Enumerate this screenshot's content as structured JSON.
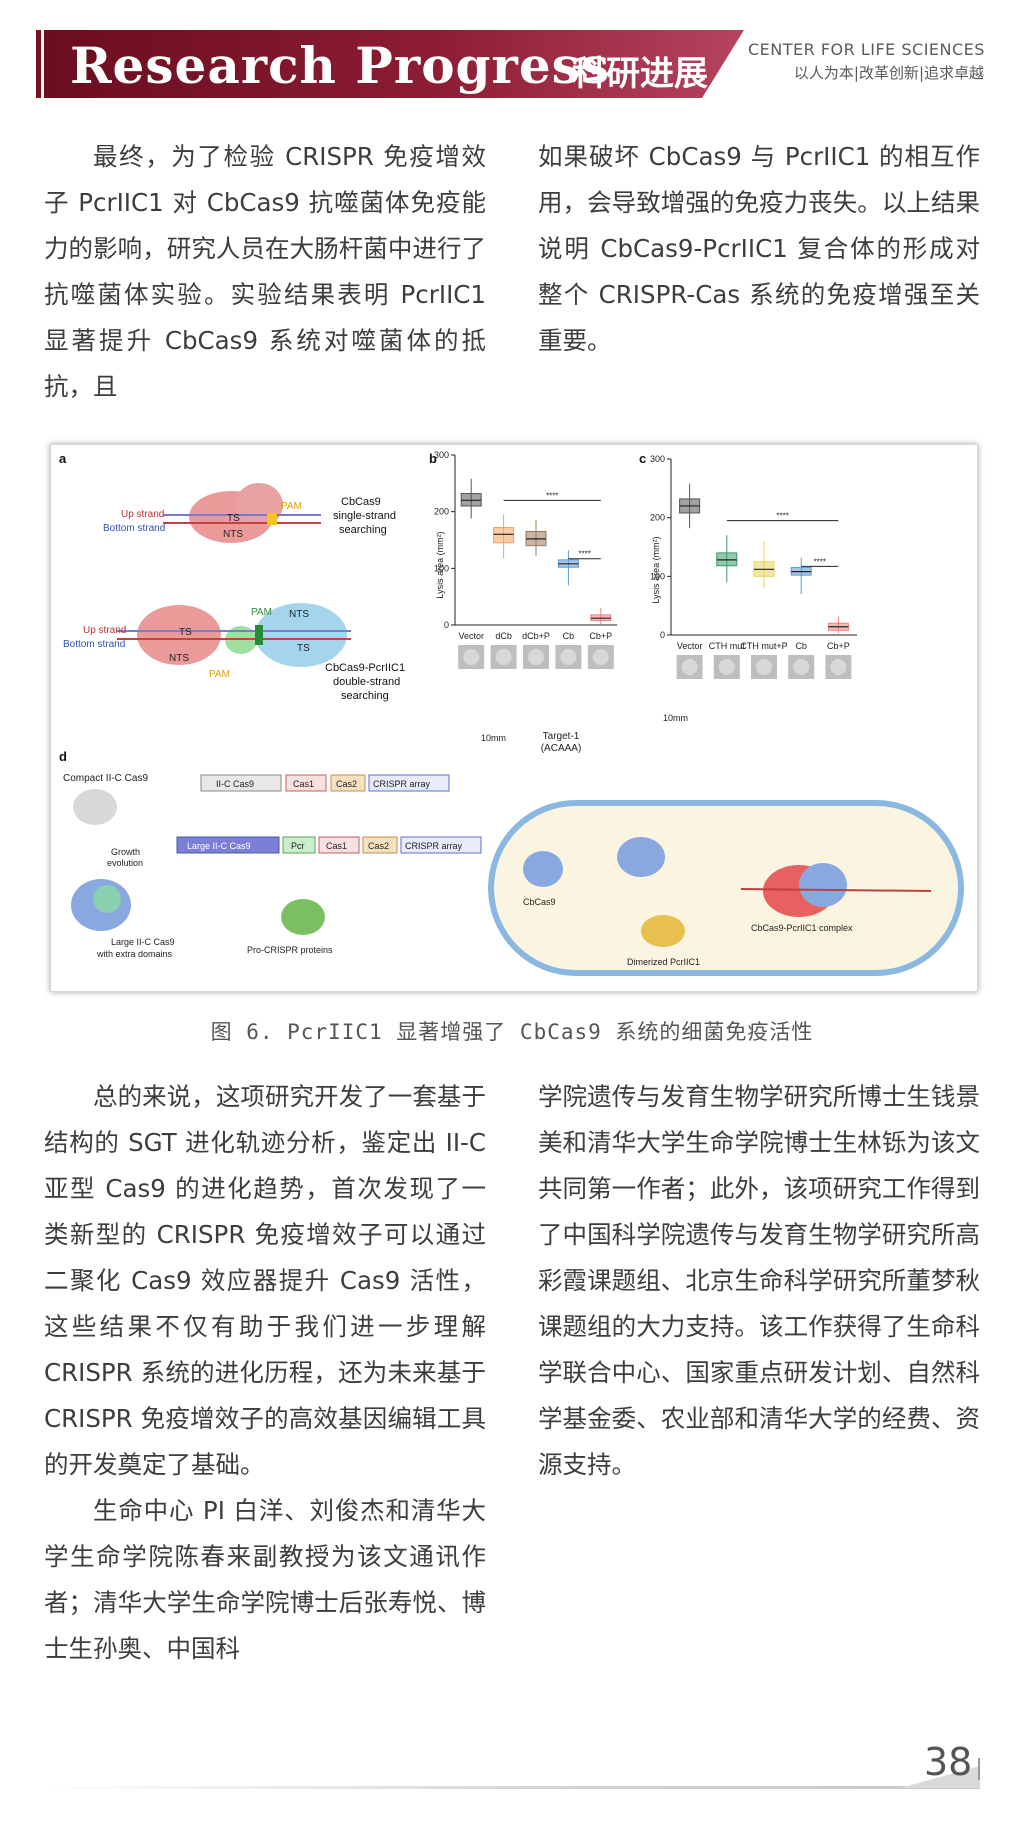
{
  "header": {
    "title": "Research Progress",
    "title_cn": "科研进展",
    "org": "CENTER FOR LIFE SCIENCES",
    "motto": "以人为本|改革创新|追求卓越"
  },
  "col_top_left": "最终，为了检验 CRISPR 免疫增效子 PcrIIC1 对 CbCas9 抗噬菌体免疫能力的影响，研究人员在大肠杆菌中进行了抗噬菌体实验。实验结果表明 PcrIIC1 显著提升 CbCas9 系统对噬菌体的抵抗，且",
  "col_top_right": "如果破坏 CbCas9 与 PcrIIC1 的相互作用，会导致增强的免疫力丧失。以上结果说明 CbCas9-PcrIIC1 复合体的形成对整个 CRISPR-Cas 系统的免疫增强至关重要。",
  "figure": {
    "panel_a": {
      "label": "a",
      "up_strand": "Up strand",
      "bottom_strand": "Bottom strand",
      "ts": "TS",
      "nts": "NTS",
      "pam": "PAM",
      "cbcas9_label": [
        "CbCas9",
        "single-strand",
        "searching"
      ],
      "complex_label": [
        "CbCas9-PcrIIC1",
        "double-strand",
        "searching"
      ]
    },
    "panel_b": {
      "label": "b",
      "ylabel": "Lysis area (mm²)",
      "yticks": [
        "0",
        "100",
        "200",
        "300"
      ],
      "categories": [
        "Vector",
        "dCb",
        "dCb+P",
        "Cb",
        "Cb+P"
      ],
      "sig": "****",
      "scale": "10mm",
      "target": "Target-1",
      "target_seq": "(ACAAA)"
    },
    "panel_c": {
      "label": "c",
      "ylabel": "Lysis area (mm²)",
      "yticks": [
        "0",
        "100",
        "200",
        "300"
      ],
      "categories": [
        "Vector",
        "CTH mut",
        "CTH mut+P",
        "Cb",
        "Cb+P"
      ],
      "sig": "****",
      "scale": "10mm"
    },
    "panel_d": {
      "label": "d",
      "compact": "Compact II-C Cas9",
      "growth": "Growth",
      "evolution": "evolution",
      "large": "Large II-C Cas9",
      "extra": "with extra domains",
      "pro": "Pro-CRISPR proteins",
      "gene1": "II-C Cas9",
      "gene2": "Cas1",
      "gene3": "Cas2",
      "gene4": "CRISPR array",
      "gene_large": "Large II-C Cas9",
      "gene_pcr": "Pcr",
      "cbcas9": "CbCas9",
      "dimer": "Dimerized PcrIIC1",
      "complex": "CbCas9-PcrIIC1 complex"
    }
  },
  "chart_data": [
    {
      "type": "box",
      "title": "",
      "ylabel": "Lysis area (mm²)",
      "ylim": [
        0,
        300
      ],
      "categories": [
        "Vector",
        "dCb",
        "dCb+P",
        "Cb",
        "Cb+P"
      ],
      "medians": [
        220,
        160,
        152,
        108,
        12
      ],
      "q1": [
        210,
        145,
        140,
        102,
        8
      ],
      "q3": [
        232,
        172,
        165,
        115,
        18
      ],
      "min": [
        188,
        118,
        122,
        70,
        2
      ],
      "max": [
        258,
        195,
        185,
        132,
        30
      ]
    },
    {
      "type": "box",
      "title": "",
      "ylabel": "Lysis area (mm²)",
      "ylim": [
        0,
        300
      ],
      "categories": [
        "Vector",
        "CTH mut",
        "CTH mut+P",
        "Cb",
        "Cb+P"
      ],
      "medians": [
        220,
        128,
        112,
        108,
        14
      ],
      "q1": [
        208,
        118,
        100,
        102,
        8
      ],
      "q3": [
        232,
        140,
        125,
        115,
        20
      ],
      "min": [
        182,
        90,
        80,
        70,
        3
      ],
      "max": [
        258,
        170,
        160,
        132,
        32
      ]
    }
  ],
  "caption": "图 6. PcrIIC1 显著增强了 CbCas9 系统的细菌免疫活性",
  "col_bottom_left_p1": "总的来说，这项研究开发了一套基于结构的 SGT 进化轨迹分析，鉴定出 II-C 亚型 Cas9 的进化趋势，首次发现了一类新型的 CRISPR 免疫增效子可以通过二聚化 Cas9 效应器提升 Cas9 活性，这些结果不仅有助于我们进一步理解 CRISPR 系统的进化历程，还为未来基于 CRISPR 免疫增效子的高效基因编辑工具的开发奠定了基础。",
  "col_bottom_left_p2": "生命中心 PI 白洋、刘俊杰和清华大学生命学院陈春来副教授为该文通讯作者；清华大学生命学院博士后张寿悦、博士生孙奥、中国科",
  "col_bottom_right": "学院遗传与发育生物学研究所博士生钱景美和清华大学生命学院博士生林铄为该文共同第一作者；此外，该项研究工作得到了中国科学院遗传与发育生物学研究所高彩霞课题组、北京生命科学研究所董梦秋课题组的大力支持。该工作获得了生命科学联合中心、国家重点研发计划、自然科学基金委、农业部和清华大学的经费、资源支持。",
  "page_number": "38",
  "colors": {
    "header_dark": "#6a0d1e",
    "header_light": "#b5455f",
    "text": "#3d3d3d",
    "box_vector": "#555555",
    "box_dcb": "#f2a35a",
    "box_dcbp": "#9a7a5a",
    "box_cb": "#5b9bd5",
    "box_cbp": "#f08080",
    "box_cth": "#3c9a6a",
    "box_cthp": "#e8d45a"
  }
}
